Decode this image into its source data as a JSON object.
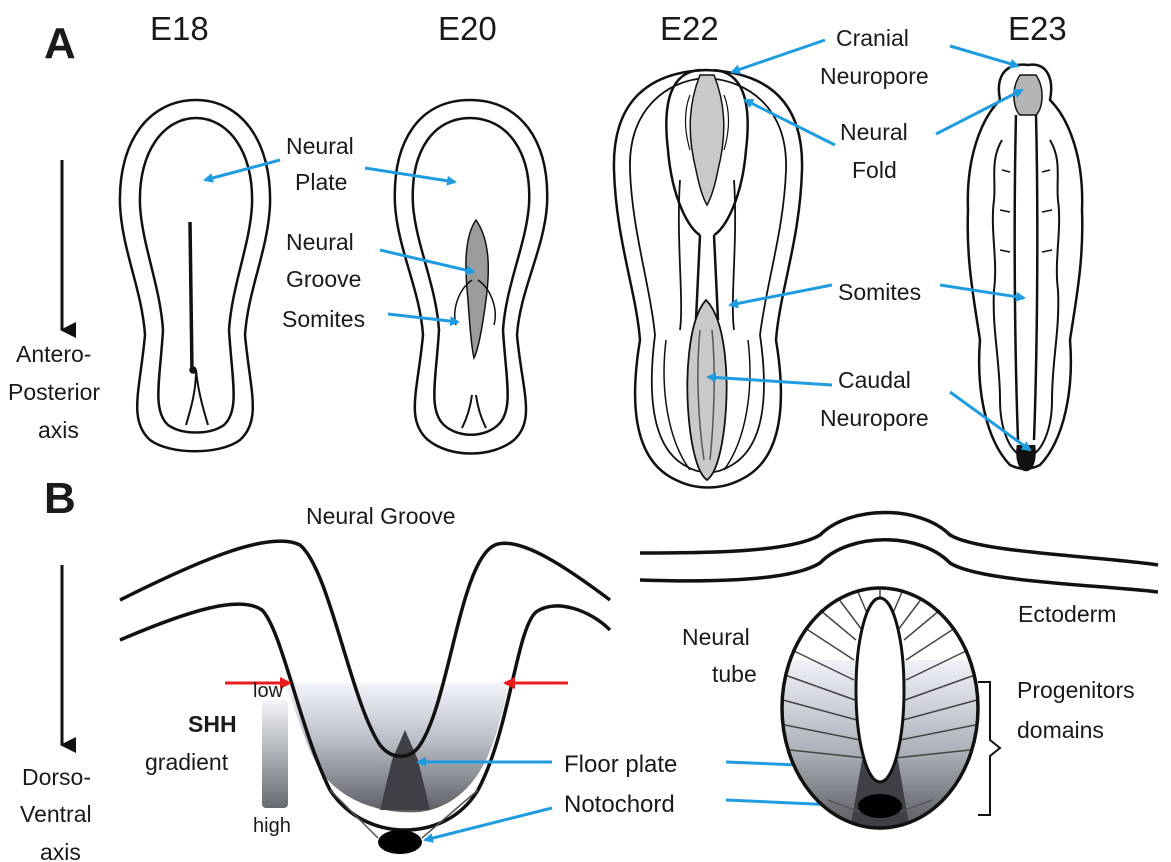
{
  "panels": {
    "a": "A",
    "b": "B"
  },
  "stages": {
    "e18": "E18",
    "e20": "E20",
    "e22": "E22",
    "e23": "E23"
  },
  "labels_a": {
    "neural_plate": [
      "Neural",
      "Plate"
    ],
    "neural_groove": [
      "Neural",
      "Groove"
    ],
    "somites_left": "Somites",
    "cranial_neuropore": [
      "Cranial",
      "Neuropore"
    ],
    "neural_fold": [
      "Neural",
      "Fold"
    ],
    "somites_right": "Somites",
    "caudal_neuropore": [
      "Caudal",
      "Neuropore"
    ]
  },
  "axes": {
    "ap": [
      "Antero-",
      "Posterior",
      "axis"
    ],
    "dv": [
      "Dorso-",
      "Ventral",
      "axis"
    ]
  },
  "labels_b": {
    "neural_groove": "Neural Groove",
    "ectoderm": "Ectoderm",
    "neural_tube": [
      "Neural",
      "tube"
    ],
    "progenitors": [
      "Progenitors",
      "domains"
    ],
    "floor_plate": "Floor plate",
    "notochord": "Notochord",
    "shh": "SHH",
    "gradient": "gradient",
    "low": "low",
    "high": "high"
  },
  "colors": {
    "arrow_blue": "#1f9ce0",
    "arrow_red": "#e81c1c",
    "outline": "#111111"
  }
}
